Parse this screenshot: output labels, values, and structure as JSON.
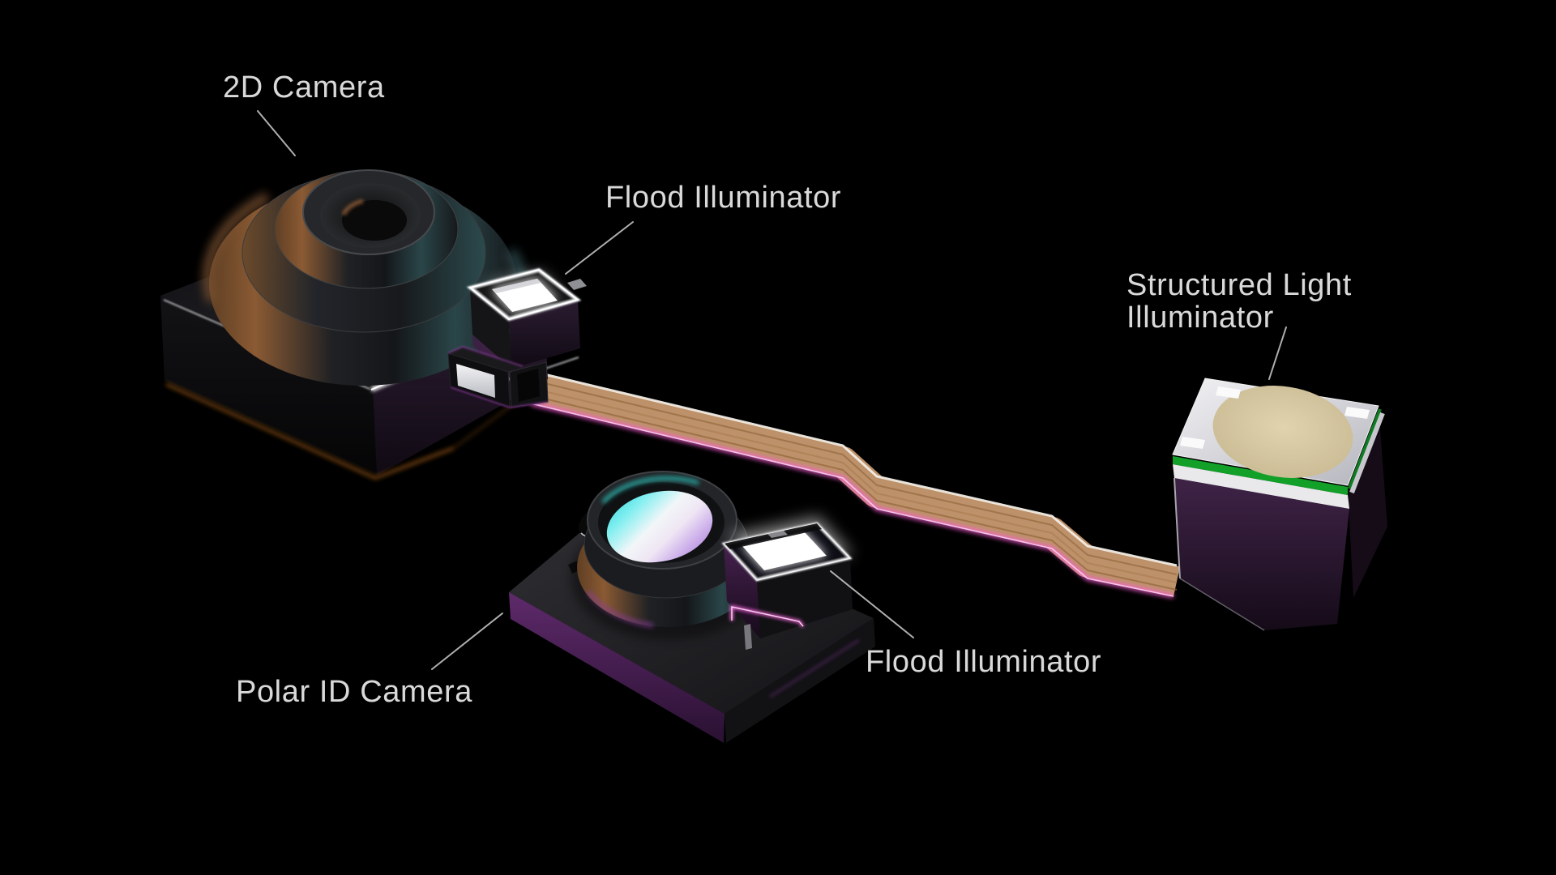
{
  "annotations": {
    "camera2d": {
      "text": "2D Camera"
    },
    "floodTop": {
      "text": "Flood Illuminator"
    },
    "structuredLight": {
      "line1": "Structured Light",
      "line2": "Illuminator"
    },
    "polarId": {
      "text": "Polar ID Camera"
    },
    "floodBottom": {
      "text": "Flood Illuminator"
    }
  },
  "palette": {
    "background": "#000000",
    "label_text": "#d9d9d9",
    "leader_line": "#c4c4c4",
    "ribbon_copper": "#bd9169",
    "ribbon_glow_magenta": "#ff5fd8",
    "pcb_green": "#12a028",
    "module_purple": "#4a2254",
    "emitter_white": "#ffffff",
    "vcsel_beige": "#d5c8a3",
    "lens_iridescent_cyan": "#3fd8dc",
    "lens_iridescent_lavender": "#c7a3e6",
    "underglow_orange": "#a85f16"
  }
}
